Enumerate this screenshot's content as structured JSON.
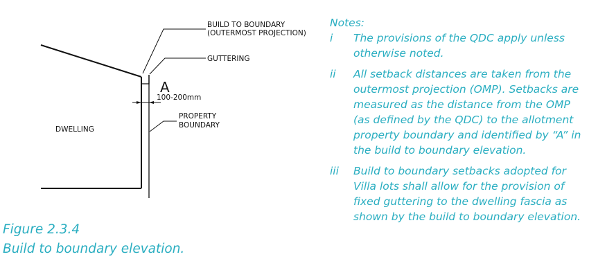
{
  "diagram": {
    "label_build_to_boundary_1": "BUILD TO BOUNDARY",
    "label_build_to_boundary_2": "(OUTERMOST PROJECTION)",
    "label_guttering": "GUTTERING",
    "label_a": "A",
    "label_dimension": "100-200mm",
    "label_property_1": "PROPERTY",
    "label_property_2": "BOUNDARY",
    "label_dwelling": "DWELLING"
  },
  "caption": {
    "line1": "Figure 2.3.4",
    "line2": "Build to boundary elevation."
  },
  "notes": {
    "title": "Notes:",
    "items": [
      {
        "num": "i",
        "text": "The provisions of the QDC apply unless otherwise noted."
      },
      {
        "num": "ii",
        "text": "All setback distances are taken from the outermost projection (OMP). Setbacks are measured as the distance from the OMP (as defined by the QDC) to the allotment property boundary and identified by “A” in the build to boundary elevation."
      },
      {
        "num": "iii",
        "text": "Build to boundary setbacks adopted for Villa lots shall allow for the provision of fixed guttering to the dwelling fascia as shown by the build to boundary elevation."
      }
    ]
  },
  "colors": {
    "accent": "#2aaec1",
    "line": "#111111"
  }
}
